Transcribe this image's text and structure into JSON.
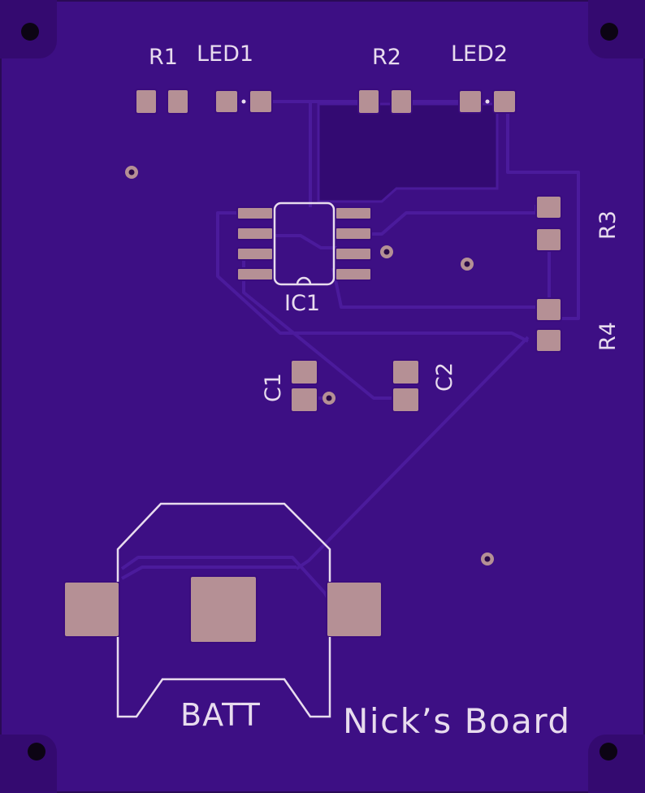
{
  "colors": {
    "board": "#3e0f86",
    "copper_fill": "#3a0c7e",
    "trace": "#4a1a9a",
    "pad": "#b59095",
    "silkscreen": "#e8dcee",
    "drill": "#0c0414"
  },
  "labels": {
    "r1": "R1",
    "led1": "LED1",
    "r2": "R2",
    "led2": "LED2",
    "r3": "R3",
    "r4": "R4",
    "ic1": "IC1",
    "c1": "C1",
    "c2": "C2",
    "batt": "BATT",
    "board_name": "Nick’s Board"
  }
}
